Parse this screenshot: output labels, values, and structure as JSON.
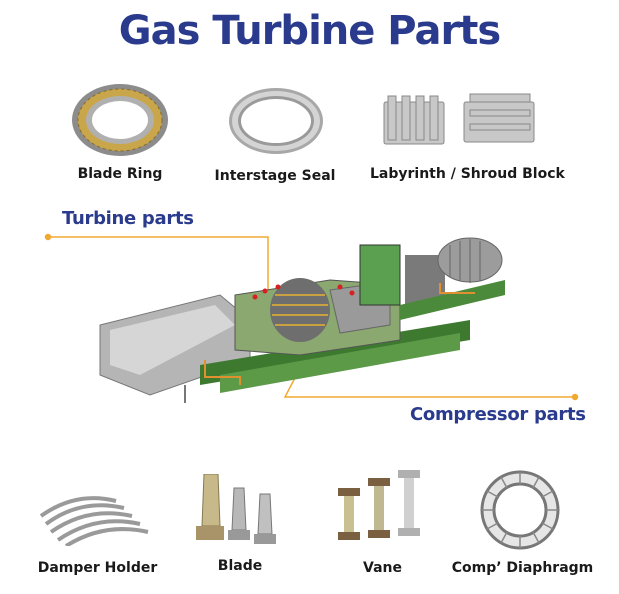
{
  "title": "Gas Turbine Parts",
  "top_parts": [
    {
      "label": "Blade Ring",
      "icon": "blade-ring-icon"
    },
    {
      "label": "Interstage Seal",
      "icon": "interstage-seal-icon"
    },
    {
      "label": "Labyrinth / Shroud Block",
      "icon": "labyrinth-shroud-block-icon"
    }
  ],
  "callouts": {
    "turbine": "Turbine parts",
    "compressor": "Compressor parts"
  },
  "bottom_parts": [
    {
      "label": "Damper Holder",
      "icon": "damper-holder-icon"
    },
    {
      "label": "Blade",
      "icon": "blade-icon"
    },
    {
      "label": "Vane",
      "icon": "vane-icon"
    },
    {
      "label": "Comp’ Diaphragm",
      "icon": "comp-diaphragm-icon"
    }
  ],
  "colors": {
    "title": "#2a3a8c",
    "leader_line": "#f0a830",
    "casing_green": "#4a8a3a",
    "rotor_gold": "#c8a040"
  }
}
